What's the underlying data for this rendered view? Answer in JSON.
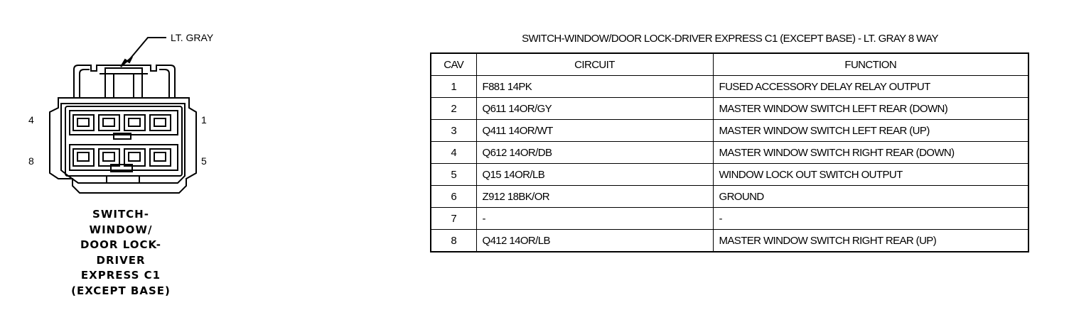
{
  "connector": {
    "color_callout": "LT. GRAY",
    "pin_labels": {
      "top_left": "4",
      "top_right": "1",
      "bottom_left": "8",
      "bottom_right": "5"
    },
    "caption": [
      "SWITCH-",
      "WINDOW/",
      "DOOR LOCK-",
      "DRIVER",
      "EXPRESS C1",
      "(EXCEPT BASE)"
    ]
  },
  "table": {
    "title": "SWITCH-WINDOW/DOOR LOCK-DRIVER EXPRESS C1 (EXCEPT BASE) - LT. GRAY 8 WAY",
    "headers": [
      "CAV",
      "CIRCUIT",
      "FUNCTION"
    ],
    "rows": [
      {
        "cav": "1",
        "circuit": "F881 14PK",
        "function": "FUSED ACCESSORY DELAY RELAY OUTPUT"
      },
      {
        "cav": "2",
        "circuit": "Q611 14OR/GY",
        "function": "MASTER WINDOW SWITCH LEFT REAR (DOWN)"
      },
      {
        "cav": "3",
        "circuit": "Q411 14OR/WT",
        "function": "MASTER WINDOW SWITCH LEFT REAR (UP)"
      },
      {
        "cav": "4",
        "circuit": "Q612 14OR/DB",
        "function": "MASTER WINDOW SWITCH RIGHT REAR (DOWN)"
      },
      {
        "cav": "5",
        "circuit": "Q15 14OR/LB",
        "function": "WINDOW LOCK OUT SWITCH OUTPUT"
      },
      {
        "cav": "6",
        "circuit": "Z912 18BK/OR",
        "function": "GROUND"
      },
      {
        "cav": "7",
        "circuit": "-",
        "function": "-"
      },
      {
        "cav": "8",
        "circuit": "Q412 14OR/LB",
        "function": "MASTER WINDOW SWITCH RIGHT REAR (UP)"
      }
    ]
  }
}
